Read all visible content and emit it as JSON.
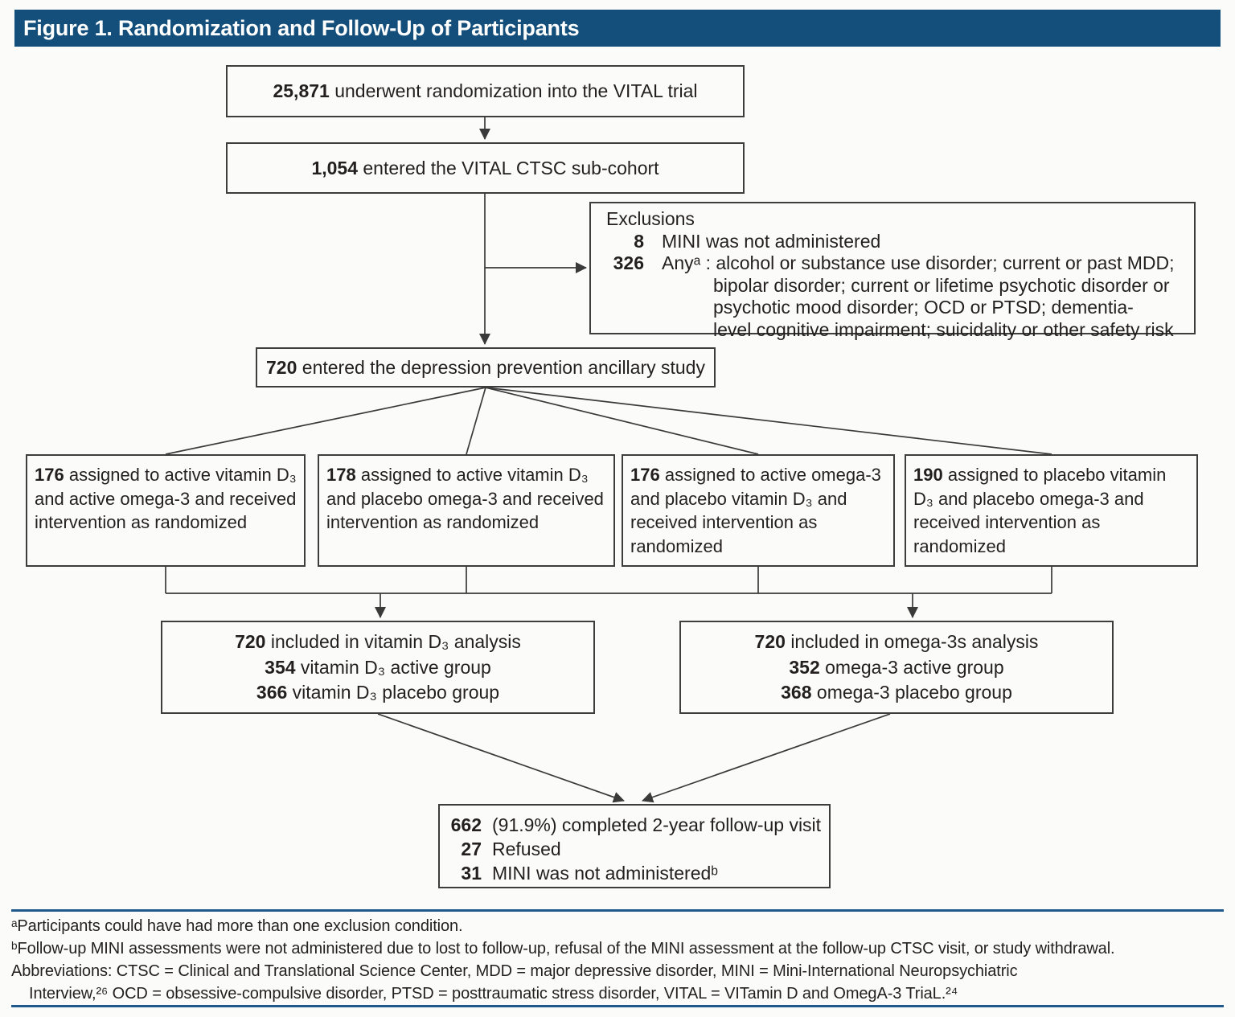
{
  "title_bar": {
    "label": "Figure 1. Randomization and Follow-Up of Participants"
  },
  "colors": {
    "header_bg": "#144F7C",
    "rule_blue": "#1D5A8B",
    "box_border": "#3D3D3E",
    "line_color": "#3A3A3B",
    "text_color": "#231F20"
  },
  "flow": {
    "randomized": {
      "number": "25,871",
      "text": "underwent randomization into the VITAL trial"
    },
    "subcohort": {
      "number": "1,054",
      "text": "entered the VITAL CTSC sub-cohort"
    },
    "exclusions": {
      "heading": "Exclusions",
      "item1": {
        "number": "8",
        "text": "MINI was not administered"
      },
      "item2": {
        "number": "326",
        "line1": "Anyᵃ : alcohol or substance use disorder; current or past MDD;",
        "line2": "bipolar disorder; current or lifetime psychotic disorder or",
        "line3": "psychotic mood disorder; OCD or PTSD; dementia-",
        "line4": "level cognitive impairment; suicidality or other safety risk"
      }
    },
    "ancillary": {
      "number": "720",
      "text": "entered the depression prevention ancillary study"
    },
    "arm1": {
      "number": "176",
      "text": "assigned to active vitamin D₃ and active omega-3 and received intervention as randomized"
    },
    "arm2": {
      "number": "178",
      "text": "assigned to active vitamin D₃ and placebo omega-3 and received intervention as randomized"
    },
    "arm3": {
      "number": "176",
      "text": "assigned to active omega-3 and placebo vitamin D₃ and received intervention as randomized"
    },
    "arm4": {
      "number": "190",
      "text": "assigned to placebo vitamin D₃ and placebo omega-3 and received intervention as randomized"
    },
    "vitd_analysis": {
      "line1": {
        "number": "720",
        "text": "included in vitamin D₃ analysis"
      },
      "line2": {
        "number": "354",
        "text": "vitamin D₃ active group"
      },
      "line3": {
        "number": "366",
        "text": "vitamin D₃ placebo group"
      }
    },
    "omega_analysis": {
      "line1": {
        "number": "720",
        "text": "included in omega-3s analysis"
      },
      "line2": {
        "number": "352",
        "text": "omega-3 active group"
      },
      "line3": {
        "number": "368",
        "text": "omega-3 placebo group"
      }
    },
    "followup": {
      "line1": {
        "number": "662",
        "text": "(91.9%) completed 2-year follow-up visit"
      },
      "line2": {
        "number": "27",
        "text": "Refused"
      },
      "line3": {
        "number": "31",
        "text": "MINI was not administeredᵇ"
      }
    }
  },
  "footnotes": {
    "a": "ᵃParticipants could have had more than one exclusion condition.",
    "b": "ᵇFollow-up MINI assessments were not administered due to lost to follow-up, refusal of the MINI assessment at the follow-up CTSC visit, or study withdrawal.",
    "abbr1": "Abbreviations: CTSC = Clinical and Translational Science Center, MDD = major depressive disorder, MINI = Mini-International Neuropsychiatric",
    "abbr2": "Interview,²⁶ OCD = obsessive-compulsive disorder, PTSD = posttraumatic stress disorder, VITAL = VITamin D and OmegA-3 TriaL.²⁴"
  }
}
